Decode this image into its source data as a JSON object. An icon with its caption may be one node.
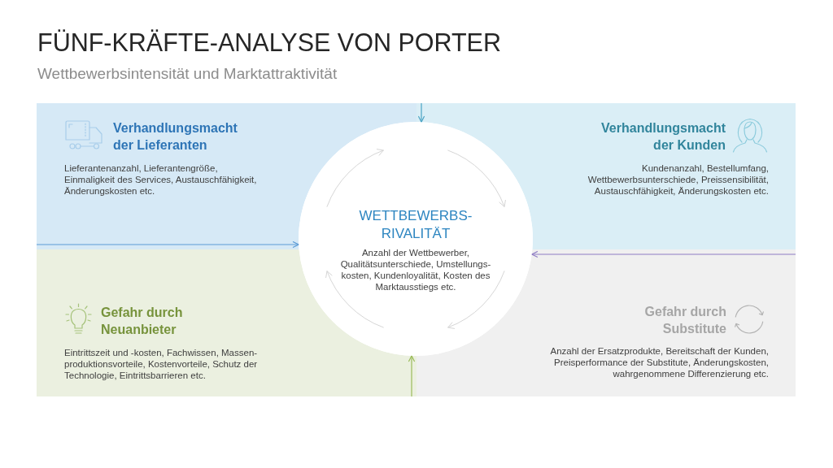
{
  "diagram": {
    "title": "FÜNF-KRÄFTE-ANALYSE VON PORTER",
    "nodes": [
      {
        "text": [
          "Verhandlungsmacht der Lieferanten",
          "Lieferantenanzahl, Lieferantengröße, Einmaligkeit des Services, Austauschfähigkeit, Änderungskosten etc."
        ]
      },
      {
        "text": [
          "Verhandlungsmacht der Kunden",
          "Kundenanzahl, Bestellumfang, Wettbewerbsunterschiede, Preissensibilität, Austauschfähigkeit, Änderungskosten etc."
        ]
      },
      {
        "text": [
          "WETTBEWERBS- RIVALITÄT",
          "Anzahl der Wettbewerber, Qualitätsunterschiede, Umstellungs- kosten, Kundenloyalität, Kosten des Marktausstiegs etc."
        ]
      },
      {
        "text": [
          "Gefahr durch Neuanbieter",
          "Eintrittszeit und -kosten, Fachwissen, Massen- produktionsvorteile, Kostenvorteile, Schutz der Technologie, Eintrittsbarrieren etc."
        ]
      },
      {
        "text": [
          "Gefahr durch Substitute",
          "Anzahl der Ersatzprodukte, Bereitschaft der Kunden, Preisperformance der Substitute, Änderungskosten, wahrgenommene Differenzierung etc."
        ]
      }
    ],
    "edges": [
      {
        "from": 0,
        "to": 2,
        "arrow": "to",
        "color": "#5b9bd5"
      },
      {
        "from": 1,
        "to": 2,
        "arrow": "to",
        "color": "#4aa3c4"
      },
      {
        "from": 3,
        "to": 2,
        "arrow": "to",
        "color": "#9bbb59"
      },
      {
        "from": 4,
        "to": 2,
        "arrow": "to",
        "color": "#8e7cc3"
      }
    ],
    "labels": [
      "Wettbewerbsintensität und Marktattraktivität"
    ]
  }
}
